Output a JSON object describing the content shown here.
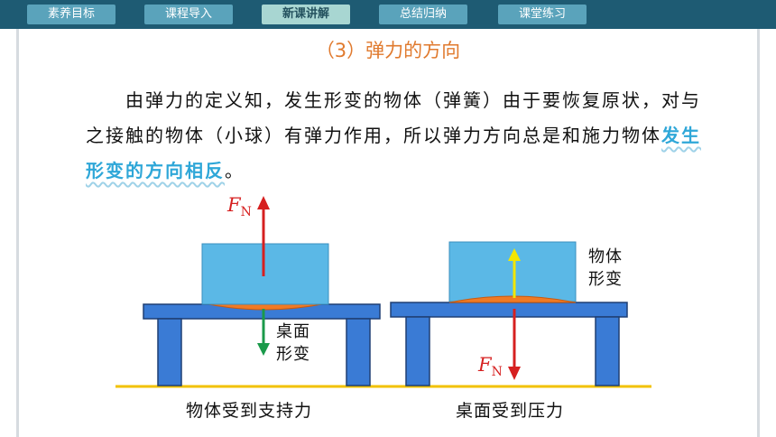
{
  "nav": {
    "tabs": [
      {
        "label": "素养目标",
        "active": false
      },
      {
        "label": "课程导入",
        "active": false
      },
      {
        "label": "新课讲解",
        "active": true
      },
      {
        "label": "总结归纳",
        "active": false
      },
      {
        "label": "课堂练习",
        "active": false
      }
    ]
  },
  "slide": {
    "title": "（3）弹力的方向",
    "paragraph_main": "由弹力的定义知，发生形变的物体（弹簧）由于要恢复原状，对与之接触的物体（小球）有弹力作用，所以弹力方向总是和施力物体",
    "paragraph_highlight": "发生形变的方向相反",
    "paragraph_end": "。"
  },
  "diagram_left": {
    "force_label": "F",
    "force_sub": "N",
    "note_line1": "桌面",
    "note_line2": "形变",
    "caption": "物体受到支持力"
  },
  "diagram_right": {
    "force_label": "F",
    "force_sub": "N",
    "note_line1": "物体",
    "note_line2": "形变",
    "caption": "桌面受到压力"
  },
  "colors": {
    "nav_bg": "#1e5b73",
    "tab": "#5aa3bb",
    "tab_active": "#a8d6d2",
    "title": "#e07a2e",
    "highlight": "#2fa7d8",
    "force_arrow": "#d62020",
    "deform_arrow_green": "#1a9a4a",
    "deform_arrow_yellow": "#f2e600",
    "table": "#3a7bd5",
    "block": "#5bb8e6",
    "deform": "#f07a24",
    "ground": "#f2c200"
  }
}
